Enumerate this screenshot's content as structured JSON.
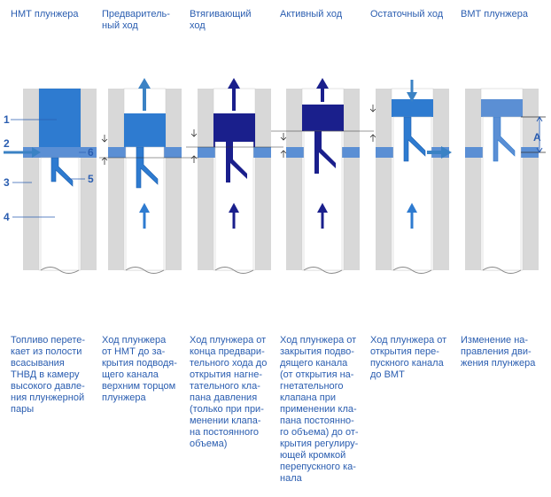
{
  "colors": {
    "text": "#2a5db0",
    "wall": "#d8d8d8",
    "plunger_light": "#2e7bd0",
    "plunger_dark": "#1a1f8c",
    "channel": "#5b8fd4",
    "arrow_light": "#3b82c4",
    "arrow_dark": "#1a1f8c"
  },
  "stages": [
    {
      "title": "НМТ плунжера",
      "desc": "Топливо перете-\nкает из полости\nвсасывания\nТНВД в камеру\nвысокого давле-\nния плунжерной\nпары"
    },
    {
      "title": "Предваритель-\nный ход",
      "desc": "Ход плунжера\nот НМТ до за-\nкрытия подводя-\nщего канала\nверхним торцом\nплунжера"
    },
    {
      "title": "Втягивающий\nход",
      "desc": "Ход плунжера от\nконца предвари-\nтельного хода до\nоткрытия нагне-\nтательного кла-\nпана давления\n(только при при-\nменении клапа-\nна постоянного\nобъема)"
    },
    {
      "title": "Активный ход",
      "desc": "Ход плунжера от\nзакрытия подво-\nдящего канала\n(от открытия на-\nгнетательного\nклапана при\nприменении кла-\nпана постоянно-\nго объема) до от-\nкрытия регулиру-\nющей кромкой\nперепускного ка-\nнала"
    },
    {
      "title": "Остаточный ход",
      "desc": "Ход плунжера от\nоткрытия пере-\nпускного канала\nдо ВМТ"
    },
    {
      "title": "ВМТ плунжера",
      "desc": "Изменение на-\nправления дви-\nжения плунжера"
    }
  ],
  "labels": {
    "n1": "1",
    "n2": "2",
    "n3": "3",
    "n4": "4",
    "n5": "5",
    "n6": "6",
    "a": "A"
  }
}
